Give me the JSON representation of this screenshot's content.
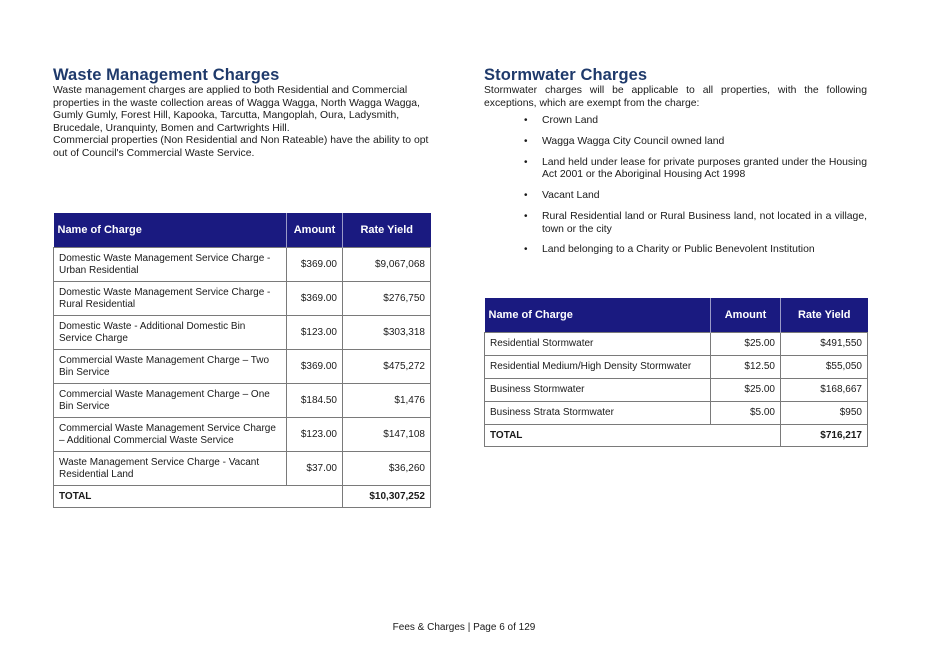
{
  "left": {
    "title": "Waste Management Charges",
    "paragraph1": "Waste management charges are applied to both Residential and Commercial properties in the waste collection areas of  Wagga Wagga, North Wagga Wagga, Gumly Gumly, Forest Hill, Kapooka, Tarcutta, Mangoplah, Oura, Ladysmith, Brucedale, Uranquinty, Bomen and Cartwrights Hill.",
    "paragraph2": "Commercial properties (Non Residential and Non Rateable) have the ability to opt out of Council's Commercial Waste Service.",
    "table": {
      "headers": [
        "Name of Charge",
        "Amount",
        "Rate Yield"
      ],
      "rows": [
        {
          "name": "Domestic Waste Management Service Charge - Urban Residential",
          "amount": "$369.00",
          "yield": "$9,067,068"
        },
        {
          "name": "Domestic Waste Management Service Charge - Rural Residential",
          "amount": "$369.00",
          "yield": "$276,750"
        },
        {
          "name": "Domestic Waste - Additional Domestic Bin Service Charge",
          "amount": "$123.00",
          "yield": "$303,318"
        },
        {
          "name": "Commercial Waste Management Charge – Two Bin Service",
          "amount": "$369.00",
          "yield": "$475,272"
        },
        {
          "name": "Commercial Waste Management Charge – One Bin Service",
          "amount": "$184.50",
          "yield": "$1,476"
        },
        {
          "name": "Commercial Waste Management Service Charge – Additional Commercial Waste Service",
          "amount": "$123.00",
          "yield": "$147,108"
        },
        {
          "name": "Waste Management Service Charge - Vacant Residential Land",
          "amount": "$37.00",
          "yield": "$36,260"
        }
      ],
      "total_label": "TOTAL",
      "total_yield": "$10,307,252"
    }
  },
  "right": {
    "title": "Stormwater Charges",
    "paragraph1": "Stormwater charges will be applicable to all properties, with the following exceptions, which are exempt from the charge:",
    "bullet_symbol": "•",
    "exemptions": [
      "Crown Land",
      "Wagga Wagga City Council owned land",
      "Land held under lease for private purposes granted under the Housing Act 2001 or the Aboriginal Housing Act 1998",
      "Vacant Land",
      "Rural Residential land or Rural Business land, not located in a village, town or the city",
      "Land belonging to a Charity or Public Benevolent Institution"
    ],
    "table": {
      "headers": [
        "Name of Charge",
        "Amount",
        "Rate Yield"
      ],
      "rows": [
        {
          "name": "Residential Stormwater",
          "amount": "$25.00",
          "yield": "$491,550"
        },
        {
          "name": "Residential Medium/High Density Stormwater",
          "amount": "$12.50",
          "yield": "$55,050"
        },
        {
          "name": "Business Stormwater",
          "amount": "$25.00",
          "yield": "$168,667"
        },
        {
          "name": "Business Strata Stormwater",
          "amount": "$5.00",
          "yield": "$950"
        }
      ],
      "total_label": "TOTAL",
      "total_yield": "$716,217"
    }
  },
  "footer": "Fees & Charges | Page 6 of 129",
  "colors": {
    "heading": "#1f3a6b",
    "table_header_bg": "#1a1a80",
    "table_header_text": "#ffffff",
    "border": "#7a7a7a"
  }
}
